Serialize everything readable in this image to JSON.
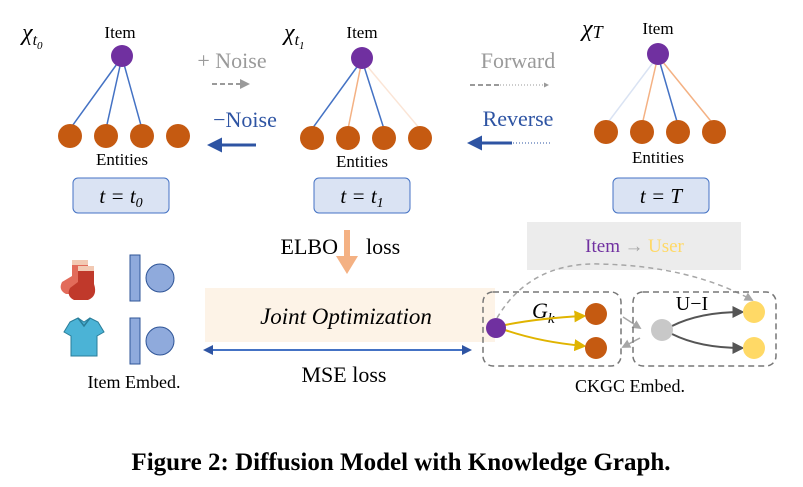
{
  "states": [
    {
      "symbol": "χ",
      "sub": "t",
      "subsub": "0",
      "item_label": "Item",
      "entities_label": "Entities",
      "time_box": "t = t0",
      "time_main": "t = t",
      "time_sub": "0"
    },
    {
      "symbol": "χ",
      "sub": "t",
      "subsub": "1",
      "item_label": "Item",
      "entities_label": "Entities",
      "time_box": "t = t1",
      "time_main": "t = t",
      "time_sub": "1"
    },
    {
      "symbol": "χ",
      "sub": "T",
      "subsub": "",
      "item_label": "Item",
      "entities_label": "Entities",
      "time_box": "t = T",
      "time_main": "t = T",
      "time_sub": ""
    }
  ],
  "arrows": {
    "plus_noise": "+ Noise",
    "minus_noise": "−Noise",
    "forward": "Forward",
    "reverse": "Reverse"
  },
  "elbo_label": "ELBO",
  "loss_label": "loss",
  "joint_optimization": "Joint Optimization",
  "mse_loss": "MSE loss",
  "item_embed": "Item Embed.",
  "ckgc_embed": "CKGC Embed.",
  "graph_label": "G",
  "graph_sub": "k",
  "ui_label": "U−I",
  "item_to_user": {
    "item": "Item",
    "arrow": "→",
    "user": "User"
  },
  "caption": "Figure 2: Diffusion Model with Knowledge Graph.",
  "colors": {
    "item_node": "#7030a0",
    "entity_node": "#c55a11",
    "user_node": "#ffd966",
    "neutral_node": "#c8c8c8",
    "blue_arrow": "#4472c4",
    "time_box_bg": "#dae3f3",
    "joint_bg": "#fdf3e7",
    "item_user_bg": "#ececec"
  }
}
